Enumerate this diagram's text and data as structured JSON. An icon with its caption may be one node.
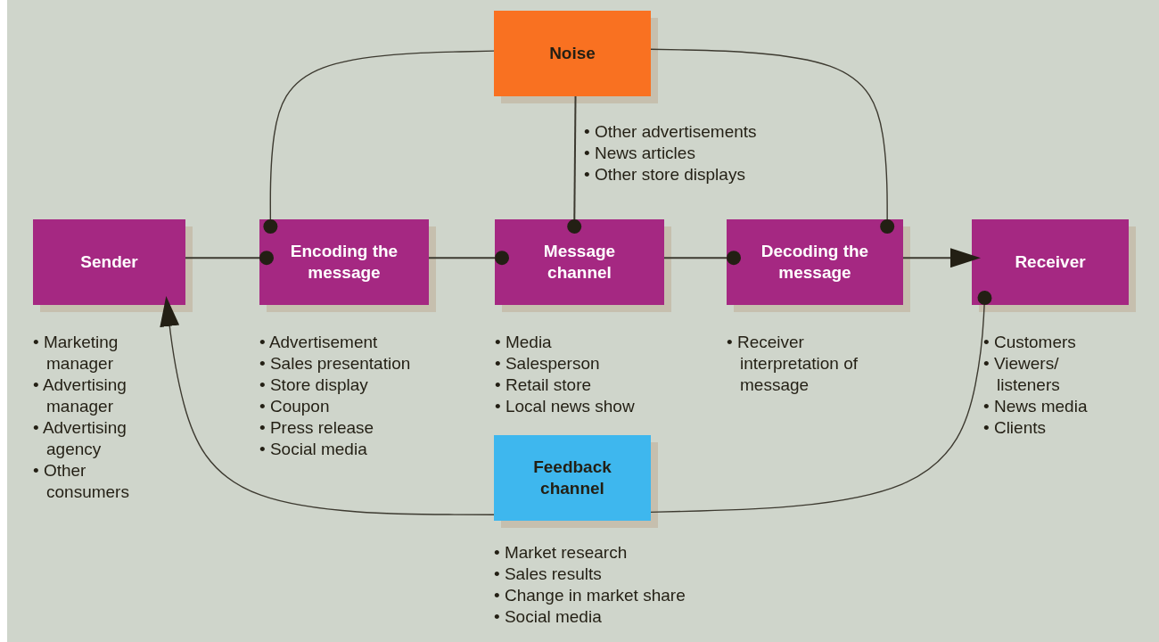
{
  "diagram": {
    "nodes": [
      {
        "text": [
          "Noise"
        ],
        "beside": [
          "• Other advertisements",
          "• News articles",
          "• Other store displays"
        ]
      },
      {
        "text": [
          "Sender"
        ],
        "beside": [
          "• Marketing manager",
          "• Advertising manager",
          "• Advertising agency",
          "• Other consumers"
        ]
      },
      {
        "text": [
          "Encoding the message"
        ],
        "beside": [
          "• Advertisement",
          "• Sales presentation",
          "• Store display",
          "• Coupon",
          "• Press release",
          "• Social media"
        ]
      },
      {
        "text": [
          "Message channel"
        ],
        "beside": [
          "• Media",
          "• Salesperson",
          "• Retail store",
          "• Local news show"
        ]
      },
      {
        "text": [
          "Decoding the message"
        ],
        "beside": [
          "• Receiver interpretation of message"
        ]
      },
      {
        "text": [
          "Receiver"
        ],
        "beside": [
          "• Customers",
          "• Viewers/ listeners",
          "• News media",
          "• Clients"
        ]
      },
      {
        "text": [
          "Feedback channel"
        ],
        "beside": [
          "• Market research",
          "• Sales results",
          "• Change in market share",
          "• Social media"
        ]
      }
    ],
    "edges": [
      {
        "from": 1,
        "to": 2,
        "arrow": "other"
      },
      {
        "from": 2,
        "to": 3,
        "arrow": "other"
      },
      {
        "from": 3,
        "to": 4,
        "arrow": "other"
      },
      {
        "from": 4,
        "to": 5,
        "arrow": "to"
      },
      {
        "from": 0,
        "to": 2,
        "arrow": "other"
      },
      {
        "from": 0,
        "to": 3,
        "arrow": "other"
      },
      {
        "from": 0,
        "to": 4,
        "arrow": "other"
      },
      {
        "from": 6,
        "to": 5,
        "arrow": "other"
      },
      {
        "from": 6,
        "to": 1,
        "arrow": "to"
      }
    ]
  }
}
